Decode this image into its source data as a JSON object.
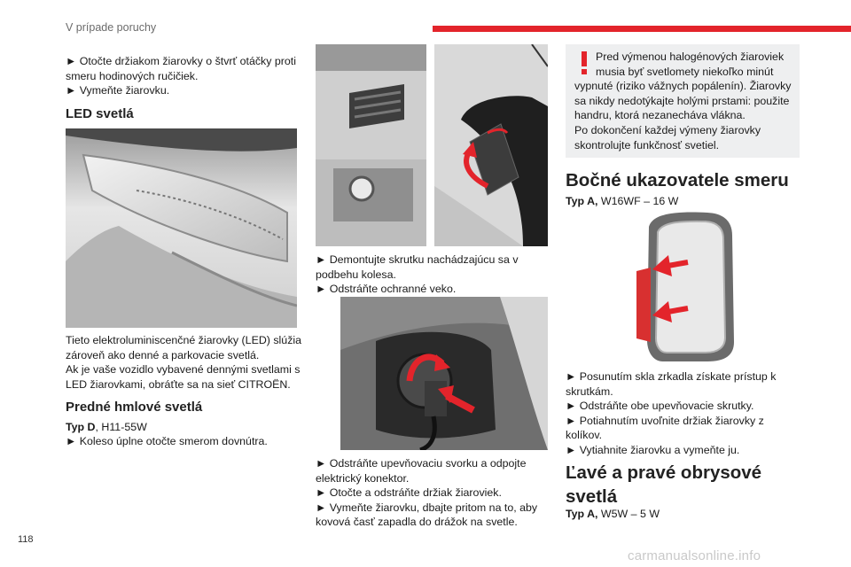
{
  "header": {
    "title": "V prípade poruchy",
    "accent_color": "#e3242b"
  },
  "page_number": "118",
  "watermark": "carmanualsonline.info",
  "col1": {
    "intro": [
      "► Otočte držiakom žiarovky o štvrť otáčky proti",
      "smeru hodinových ručičiek.",
      "► Vymeňte žiarovku."
    ],
    "led_heading": "LED svetlá",
    "led_text": [
      "Tieto elektroluminiscenčné žiarovky (LED) slúžia",
      "zároveň ako denné a parkovacie svetlá.",
      "Ak je vaše vozidlo vybavené dennými svetlami s",
      "LED žiarovkami, obráťte sa na sieť CITROËN."
    ],
    "fog_heading": "Predné hmlové svetlá",
    "fog_typ_label": "Typ D",
    "fog_typ_value": ", H11-55W",
    "fog_step": "► Koleso úplne otočte smerom dovnútra."
  },
  "col2": {
    "steps_a": [
      "► Demontujte skrutku nachádzajúcu sa v",
      "podbehu kolesa.",
      "► Odstráňte ochranné veko."
    ],
    "steps_b": [
      "► Odstráňte upevňovaciu svorku a odpojte",
      "elektrický konektor.",
      "► Otočte a odstráňte držiak žiaroviek.",
      "► Vymeňte žiarovku, dbajte pritom na to, aby",
      "kovová časť zapadla do drážok na svetle."
    ]
  },
  "col3": {
    "warning_icon": "exclamation-icon",
    "warning_lines": [
      "Pred výmenou halogénových žiaroviek",
      "musia byť svetlomety niekoľko minút",
      "vypnuté (riziko vážnych popálenín). Žiarovky",
      "sa nikdy nedotýkajte holými prstami: použite",
      "handru, ktorá nezanecháva vlákna.",
      "Po dokončení každej výmeny žiarovky",
      "skontrolujte funkčnosť svetiel."
    ],
    "indicator_heading": "Bočné ukazovatele smeru",
    "indicator_typ_label": "Typ A,",
    "indicator_typ_value": " W16WF – 16 W",
    "indicator_steps": [
      "► Posunutím skla zrkadla získate prístup k",
      "skrutkám.",
      "► Odstráňte obe upevňovacie skrutky.",
      "► Potiahnutím uvoľnite držiak žiarovky z",
      "kolíkov.",
      "► Vytiahnite žiarovku a vymeňte ju."
    ],
    "marker_heading_1": "Ľavé a pravé obrysové",
    "marker_heading_2": "svetlá",
    "marker_typ_label": "Typ A,",
    "marker_typ_value": " W5W – 5 W"
  }
}
